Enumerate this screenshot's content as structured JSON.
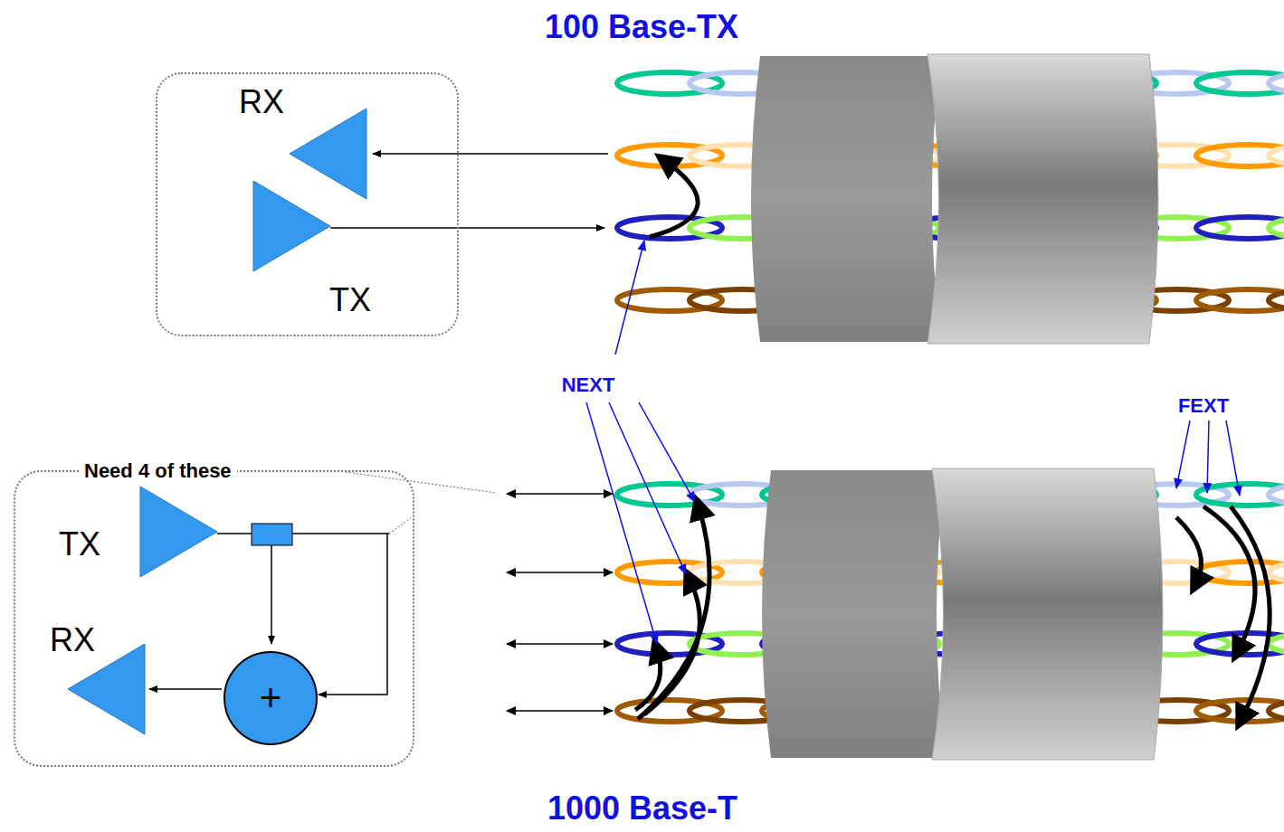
{
  "diagram": {
    "nodes": [
      {
        "text": [
          "RX",
          "TX"
        ]
      },
      {
        "text": [
          "Need 4 of these",
          "TX",
          "RX"
        ]
      },
      {
        "text": [
          "+"
        ],
        "in": 1
      }
    ],
    "labels": [
      "100 Base-TX",
      "NEXT",
      "FEXT",
      "1000 Base-T"
    ]
  }
}
